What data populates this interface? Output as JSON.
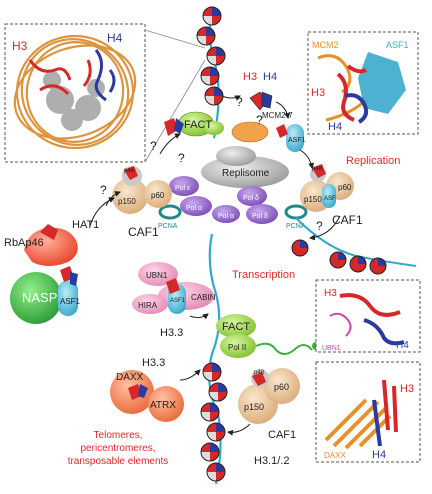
{
  "labels": {
    "h3_a": "H3",
    "h4_a": "H4",
    "h3_b": "H3",
    "h4_b": "H4",
    "mcm2": "MCM2",
    "asf1_inset": "ASF1",
    "h3_inset": "H3",
    "h4_inset": "H4",
    "fact_top": "FACT",
    "mcm27": "MCM2-7",
    "asf1_top": "ASF1",
    "replisome": "Replisome",
    "replication": "Replication",
    "q1": "?",
    "q2": "?",
    "q3": "?",
    "q4": "?",
    "q5": "?",
    "q6": "?",
    "hat1": "HAT1",
    "rbap46": "RbAp46",
    "caf1_left": "CAF1",
    "p48_l": "p48",
    "p150_l": "p150",
    "p60_l": "p60",
    "pol_e": "Pol ε",
    "pol_a": "Pol α",
    "pol_d1": "Pol δ",
    "pol_d2": "Pol δ",
    "pol_a2": "Pol α",
    "pcna1": "PCNA",
    "pcna2": "PCNA",
    "p48_r": "p48",
    "p150_r": "p150",
    "p60_r": "p60",
    "asf_r": "ASF",
    "caf1_right": "CAF1",
    "nasp": "NASP",
    "asf1_nasp": "ASF1",
    "ubn1": "UBN1",
    "cabin": "CABIN",
    "hira": "HIRA",
    "asf1_hira": "ASF1",
    "transcription": "Transcription",
    "h33_a": "H3.3",
    "fact_mid": "FACT",
    "pol2": "Pol II",
    "h3_ubn": "H3",
    "h4_ubn": "H4",
    "ubn1_inset": "UBN1",
    "h33_b": "H3.3",
    "daxx": "DAXX",
    "atrx": "ATRX",
    "p48_b": "p48",
    "p150_b": "p150",
    "p60_b": "p60",
    "caf1_bottom": "CAF1",
    "h312": "H3.1/.2",
    "tele1": "Telomeres,",
    "tele2": "pericentromeres,",
    "tele3": "transposable elements",
    "h3_daxx": "H3",
    "h4_daxx": "H4",
    "daxx_inset": "DAXX"
  },
  "colors": {
    "h3_red": "#d62828",
    "h4_blue": "#2b3a9e",
    "caf_tan": "#e8c8a0",
    "asf1_cyan": "#5bbcd6",
    "fact_green": "#8cc63f",
    "pol_purple": "#8a5cc0",
    "hat_red": "#f05a3c",
    "nasp_green": "#3cb043",
    "hira_pink": "#f4a6c8",
    "daxx_orange": "#f58a5a",
    "dna_orange": "#d9892a",
    "text_red": "#e0282a"
  }
}
